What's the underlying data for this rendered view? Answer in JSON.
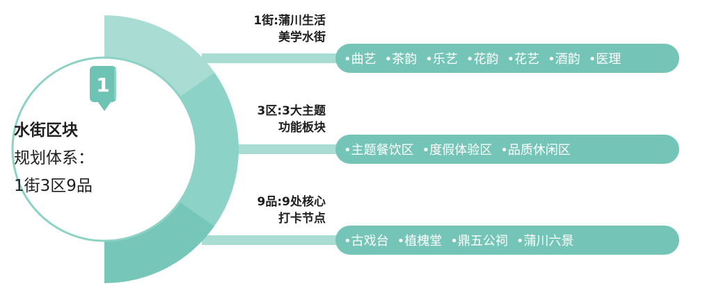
{
  "colors": {
    "segment_1": "#a9ddd4",
    "segment_2": "#8dd2c6",
    "segment_3": "#76c7ba",
    "connector": "#a9ddd4",
    "pill": "#74c5b7",
    "circle_border": "#8cd2c5",
    "badge": "#6dc3b4"
  },
  "center": {
    "badge_icon": "speech-bubble-number-icon",
    "badge_number": "1",
    "title": "水街区块",
    "subtitle_line1": "规划体系：",
    "subtitle_line2": "1街3区9品"
  },
  "segments": [
    {
      "label_line1": "1街:蒲川生活",
      "label_line2": "美学水街",
      "items": [
        "•曲艺",
        "•茶韵",
        "•乐艺",
        "•花韵",
        "•花艺",
        "•酒韵",
        "•医理"
      ]
    },
    {
      "label_line1": "3区:3大主题",
      "label_line2": "功能板块",
      "items": [
        "•主题餐饮区",
        "•度假体验区",
        "•品质休闲区"
      ]
    },
    {
      "label_line1": "9品:9处核心",
      "label_line2": "打卡节点",
      "items": [
        "•古戏台",
        "•植槐堂",
        "•鼎五公祠",
        "•蒲川六景"
      ]
    }
  ]
}
